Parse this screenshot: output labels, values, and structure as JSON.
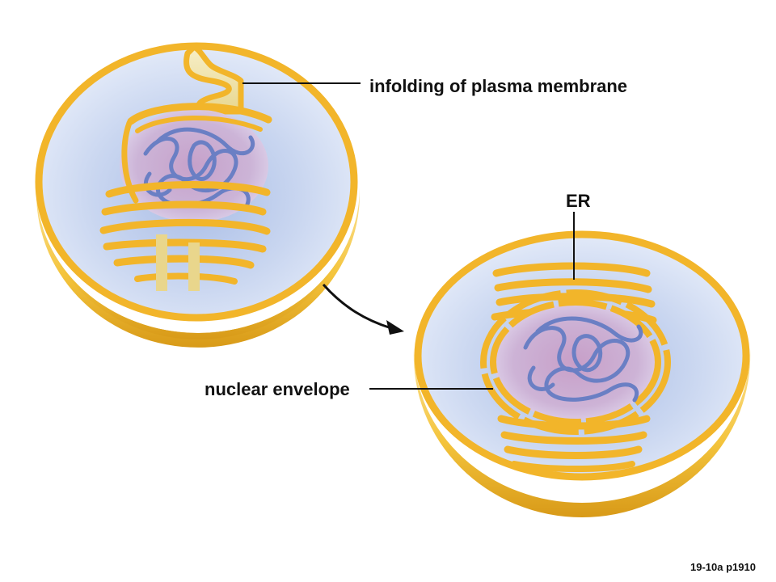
{
  "labels": {
    "infolding": "infolding of plasma membrane",
    "er": "ER",
    "nuclear_envelope": "nuclear envelope",
    "figure_id": "19-10a p1910"
  },
  "colors": {
    "membrane_gold": "#f2b52a",
    "membrane_dark": "#d9951a",
    "outer_shell": "#f5cc4a",
    "cytoplasm": "#e4ecf8",
    "cytoplasm_shade": "#b8c8ea",
    "er_lumen": "#f3e7b0",
    "nucleus": "#c8aed2",
    "chromatin": "#6a7fc4",
    "leader_line": "#111111"
  }
}
